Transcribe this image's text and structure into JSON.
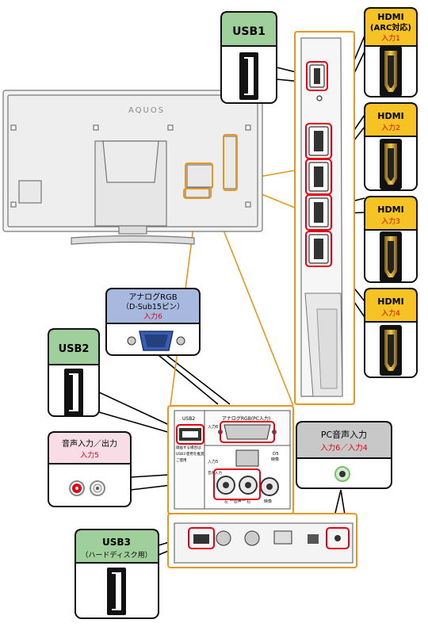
{
  "tv": {
    "brand": "AQUOS"
  },
  "callouts": {
    "usb1": {
      "title": "USB1"
    },
    "hdmi1": {
      "title": "HDMI",
      "subtitle": "(ARC対応)",
      "input": "入力1"
    },
    "hdmi2": {
      "title": "HDMI",
      "input": "入力2"
    },
    "hdmi3": {
      "title": "HDMI",
      "input": "入力3"
    },
    "hdmi4": {
      "title": "HDMI",
      "input": "入力4"
    },
    "analog_rgb": {
      "title": "アナログRGB",
      "subtitle": "（D-Sub15ピン）",
      "input": "入力6"
    },
    "usb2": {
      "title": "USB2"
    },
    "audio_io": {
      "title": "音声入力／出力",
      "input": "入力5"
    },
    "pc_audio": {
      "title": "PC音声入力",
      "input": "入力6／入力4"
    },
    "usb3": {
      "title": "USB3",
      "subtitle": "（ハードディスク用）"
    }
  },
  "panel": {
    "usb2": "USB2",
    "rgb": "アナログRGB(PC入力)",
    "input6": "入力6",
    "note1": "録画する場合は",
    "note2": "USB3",
    "note2b": "使用を推奨",
    "note3": "ご使用",
    "d5": "D5",
    "d5_sub": "映像",
    "input5": "入力5",
    "audio_label": "音声入力",
    "lr": "左 一音声一 右",
    "video": "映像"
  },
  "colors": {
    "orange": "#e8961e",
    "red": "#e60012",
    "green_header": "#9fd09b",
    "yellow_header": "#f5c324",
    "blue_header": "#a7b9df",
    "pink_header": "#f9dde6",
    "gray_header": "#c8c8c8"
  }
}
